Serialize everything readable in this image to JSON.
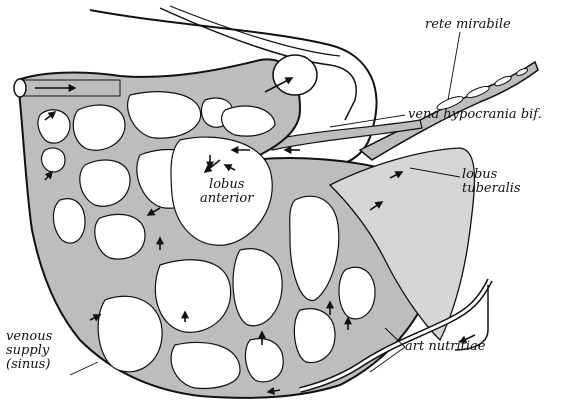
{
  "figure": {
    "colors": {
      "ink": "#111111",
      "vessel_fill": "#bdbdbd",
      "lumen_fill": "#ffffff",
      "tissue_fill": "#d6d6d6",
      "background": "#ffffff"
    },
    "labels": {
      "rete_mirabile": "rete mirabile",
      "vena_hypocrania": "vena hypocrania bif.",
      "lobus_tuberalis": "lobus\ntuberalis",
      "lobus_anterior": "lobus\nanterior",
      "venous_supply": "venous\nsupply\n(sinus)",
      "art_nutritiae": "art nutritiae"
    }
  }
}
